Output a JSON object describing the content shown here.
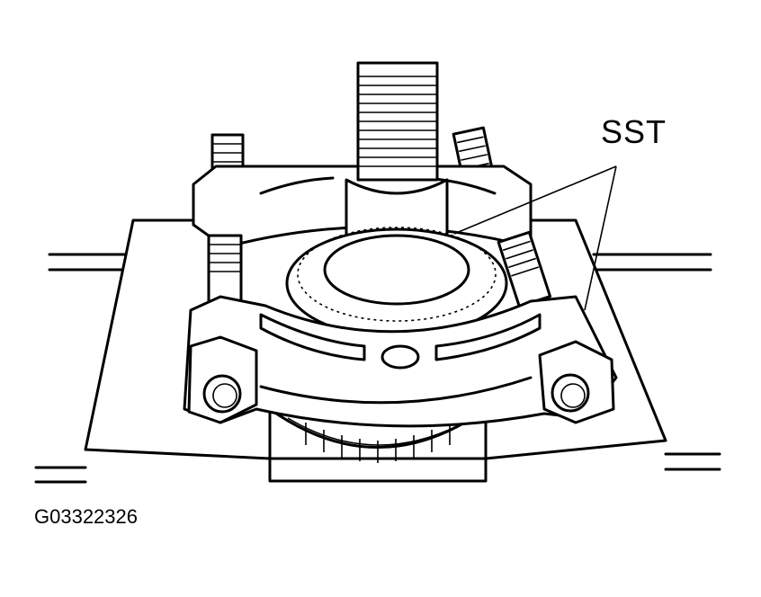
{
  "figure": {
    "type": "technical-illustration",
    "subject": "bearing separator (SST) with press shaft pressing off gear bearing",
    "callout_label": "SST",
    "figure_id": "G03322326"
  },
  "colors": {
    "line": "#000000",
    "background": "#ffffff"
  }
}
